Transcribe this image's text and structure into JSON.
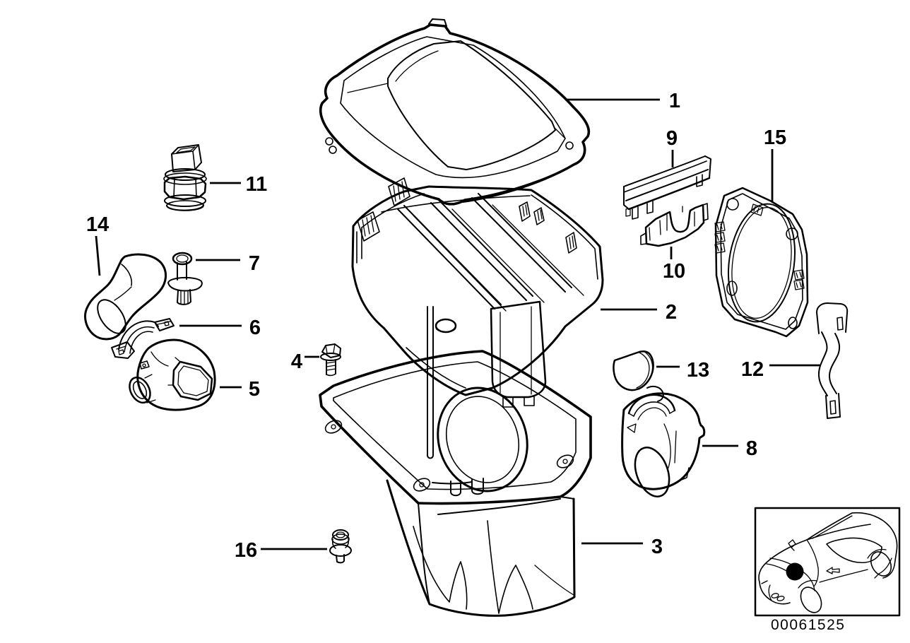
{
  "page": {
    "background_color": "#ffffff",
    "line_color": "#000000"
  },
  "diagram": {
    "kind": "exploded-parts-diagram",
    "callouts": [
      {
        "label": "1"
      },
      {
        "label": "2"
      },
      {
        "label": "3"
      },
      {
        "label": "4"
      },
      {
        "label": "5"
      },
      {
        "label": "6"
      },
      {
        "label": "7"
      },
      {
        "label": "8"
      },
      {
        "label": "9"
      },
      {
        "label": "10"
      },
      {
        "label": "11"
      },
      {
        "label": "12"
      },
      {
        "label": "13"
      },
      {
        "label": "14"
      },
      {
        "label": "15"
      },
      {
        "label": "16"
      }
    ],
    "thumbnail": {
      "icon": "car-location-indicator",
      "image_number": "00061525"
    }
  }
}
